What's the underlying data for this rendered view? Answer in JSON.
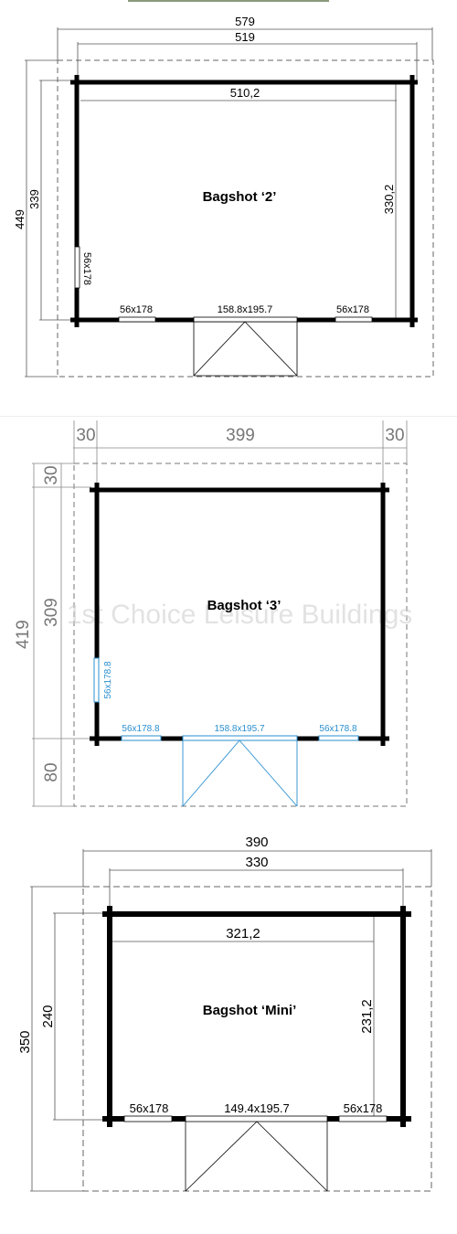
{
  "plans": {
    "p1": {
      "title": "Bagshot ‘2’",
      "dim_total_width": "579",
      "dim_roof_width": "519",
      "dim_inner_width": "510,2",
      "dim_total_depth": "449",
      "dim_wall_depth": "339",
      "dim_inner_depth": "330,2",
      "window_side": "56x178",
      "window_front_left": "56x178",
      "door_front": "158.8x195.7",
      "window_front_right": "56x178"
    },
    "p2": {
      "title": "Bagshot ‘3’",
      "dim_overhang_left": "30",
      "dim_width": "399",
      "dim_overhang_right": "30",
      "dim_overhang_top": "30",
      "dim_wall_depth": "309",
      "dim_front_overhang": "80",
      "dim_total_depth": "419",
      "window_side": "56x178.8",
      "window_front_left": "56x178.8",
      "door_front": "158.8x195.7",
      "window_front_right": "56x178.8",
      "watermark": "1st Choice Leisure Buildings"
    },
    "p3": {
      "title": "Bagshot ‘Mini’",
      "dim_total_width": "390",
      "dim_roof_width": "330",
      "dim_inner_width": "321,2",
      "dim_total_depth": "350",
      "dim_wall_depth": "240",
      "dim_inner_depth": "231,2",
      "window_front_left": "56x178",
      "door_front": "149.4x195.7",
      "window_front_right": "56x178"
    }
  },
  "colors": {
    "wall": "#000000",
    "dimension_line": "#555555",
    "dashed_outline": "#666666",
    "plan3_dim_text": "#777777",
    "plan3_opening": "#2a8fd0",
    "watermark": "#cccccc"
  }
}
